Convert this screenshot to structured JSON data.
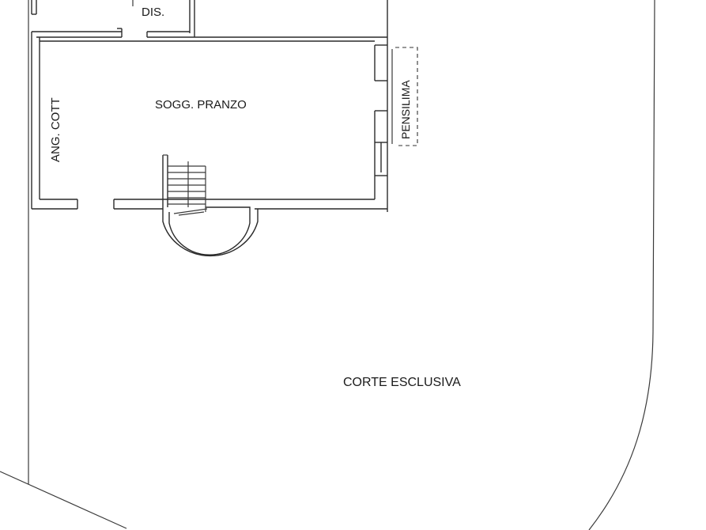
{
  "rooms": {
    "dis": "DIS.",
    "soggiorno": "SOGG. PRANZO",
    "angolo_cottura": "ANG. COTT",
    "pensilina": "PENSILIMA",
    "corte": "CORTE ESCLUSIVA"
  }
}
